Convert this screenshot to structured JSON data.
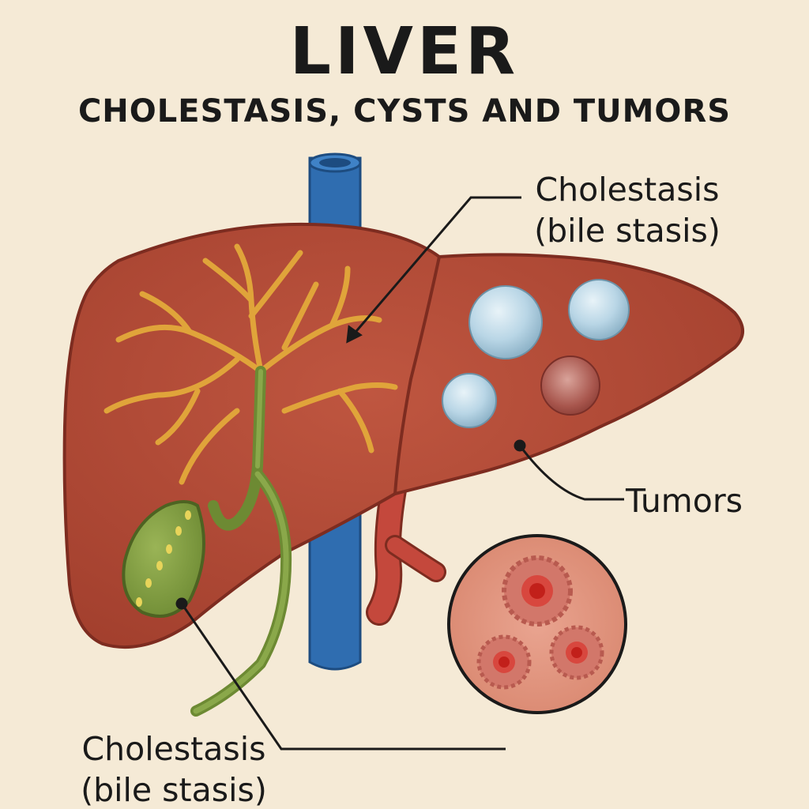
{
  "title": "LIVER",
  "subtitle": "CHOLESTASIS, CYSTS AND TUMORS",
  "labels": {
    "cholestasis_top": {
      "line1": "Cholestasis",
      "line2": "(bile stasis)"
    },
    "tumors": "Tumors",
    "cholestasis_bottom": {
      "line1": "Cholestasis",
      "line2": "(bile stasis)"
    }
  },
  "colors": {
    "background": "#f5ead6",
    "liver": "#b24a35",
    "liver_edge": "#7d2c20",
    "bile_ducts": "#e0a43a",
    "gallbladder": "#7d9a3e",
    "vena_cava": "#2f6db0",
    "artery": "#c4483c",
    "cyst": "#b9d6e6",
    "tumor": "#d8473e"
  }
}
